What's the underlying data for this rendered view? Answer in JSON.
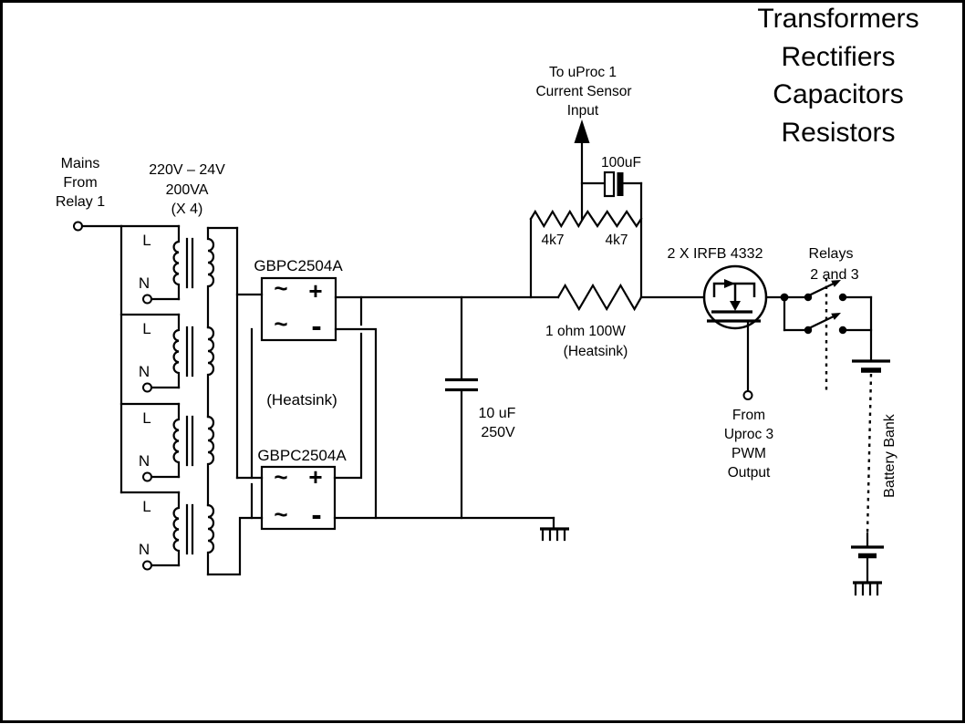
{
  "colors": {
    "ink": "#000000",
    "background": "#ffffff"
  },
  "title": {
    "lines": [
      "Transformers",
      "Rectifiers",
      "Capacitors",
      "Resistors"
    ]
  },
  "mains": {
    "lines": [
      "Mains",
      "From",
      "Relay 1"
    ]
  },
  "transformers": {
    "spec": [
      "220V – 24V",
      "200VA",
      "(X 4)"
    ],
    "windings": [
      {
        "l": "L",
        "n": "N"
      },
      {
        "l": "L",
        "n": "N"
      },
      {
        "l": "L",
        "n": "N"
      },
      {
        "l": "L",
        "n": "N"
      }
    ]
  },
  "rectifiers": {
    "top": {
      "part": "GBPC2504A",
      "ac1": "~",
      "ac2": "~",
      "plus": "+",
      "minus": "-"
    },
    "bottom": {
      "part": "GBPC2504A",
      "ac1": "~",
      "ac2": "~",
      "plus": "+",
      "minus": "-"
    },
    "heatsink": "(Heatsink)"
  },
  "filter_cap": {
    "lines": [
      "10 uF",
      "250V"
    ]
  },
  "sense": {
    "dest": [
      "To uProc 1",
      "Current Sensor",
      "Input"
    ],
    "cap": "100uF",
    "r_left": "4k7",
    "r_right": "4k7",
    "shunt": [
      "1 ohm 100W",
      "(Heatsink)"
    ]
  },
  "mosfet": {
    "label": "2 X IRFB 4332",
    "pwm": [
      "From",
      "Uproc 3",
      "PWM",
      "Output"
    ]
  },
  "relays": {
    "lines": [
      "Relays",
      "2 and 3"
    ]
  },
  "battery": {
    "label": "Battery Bank"
  }
}
